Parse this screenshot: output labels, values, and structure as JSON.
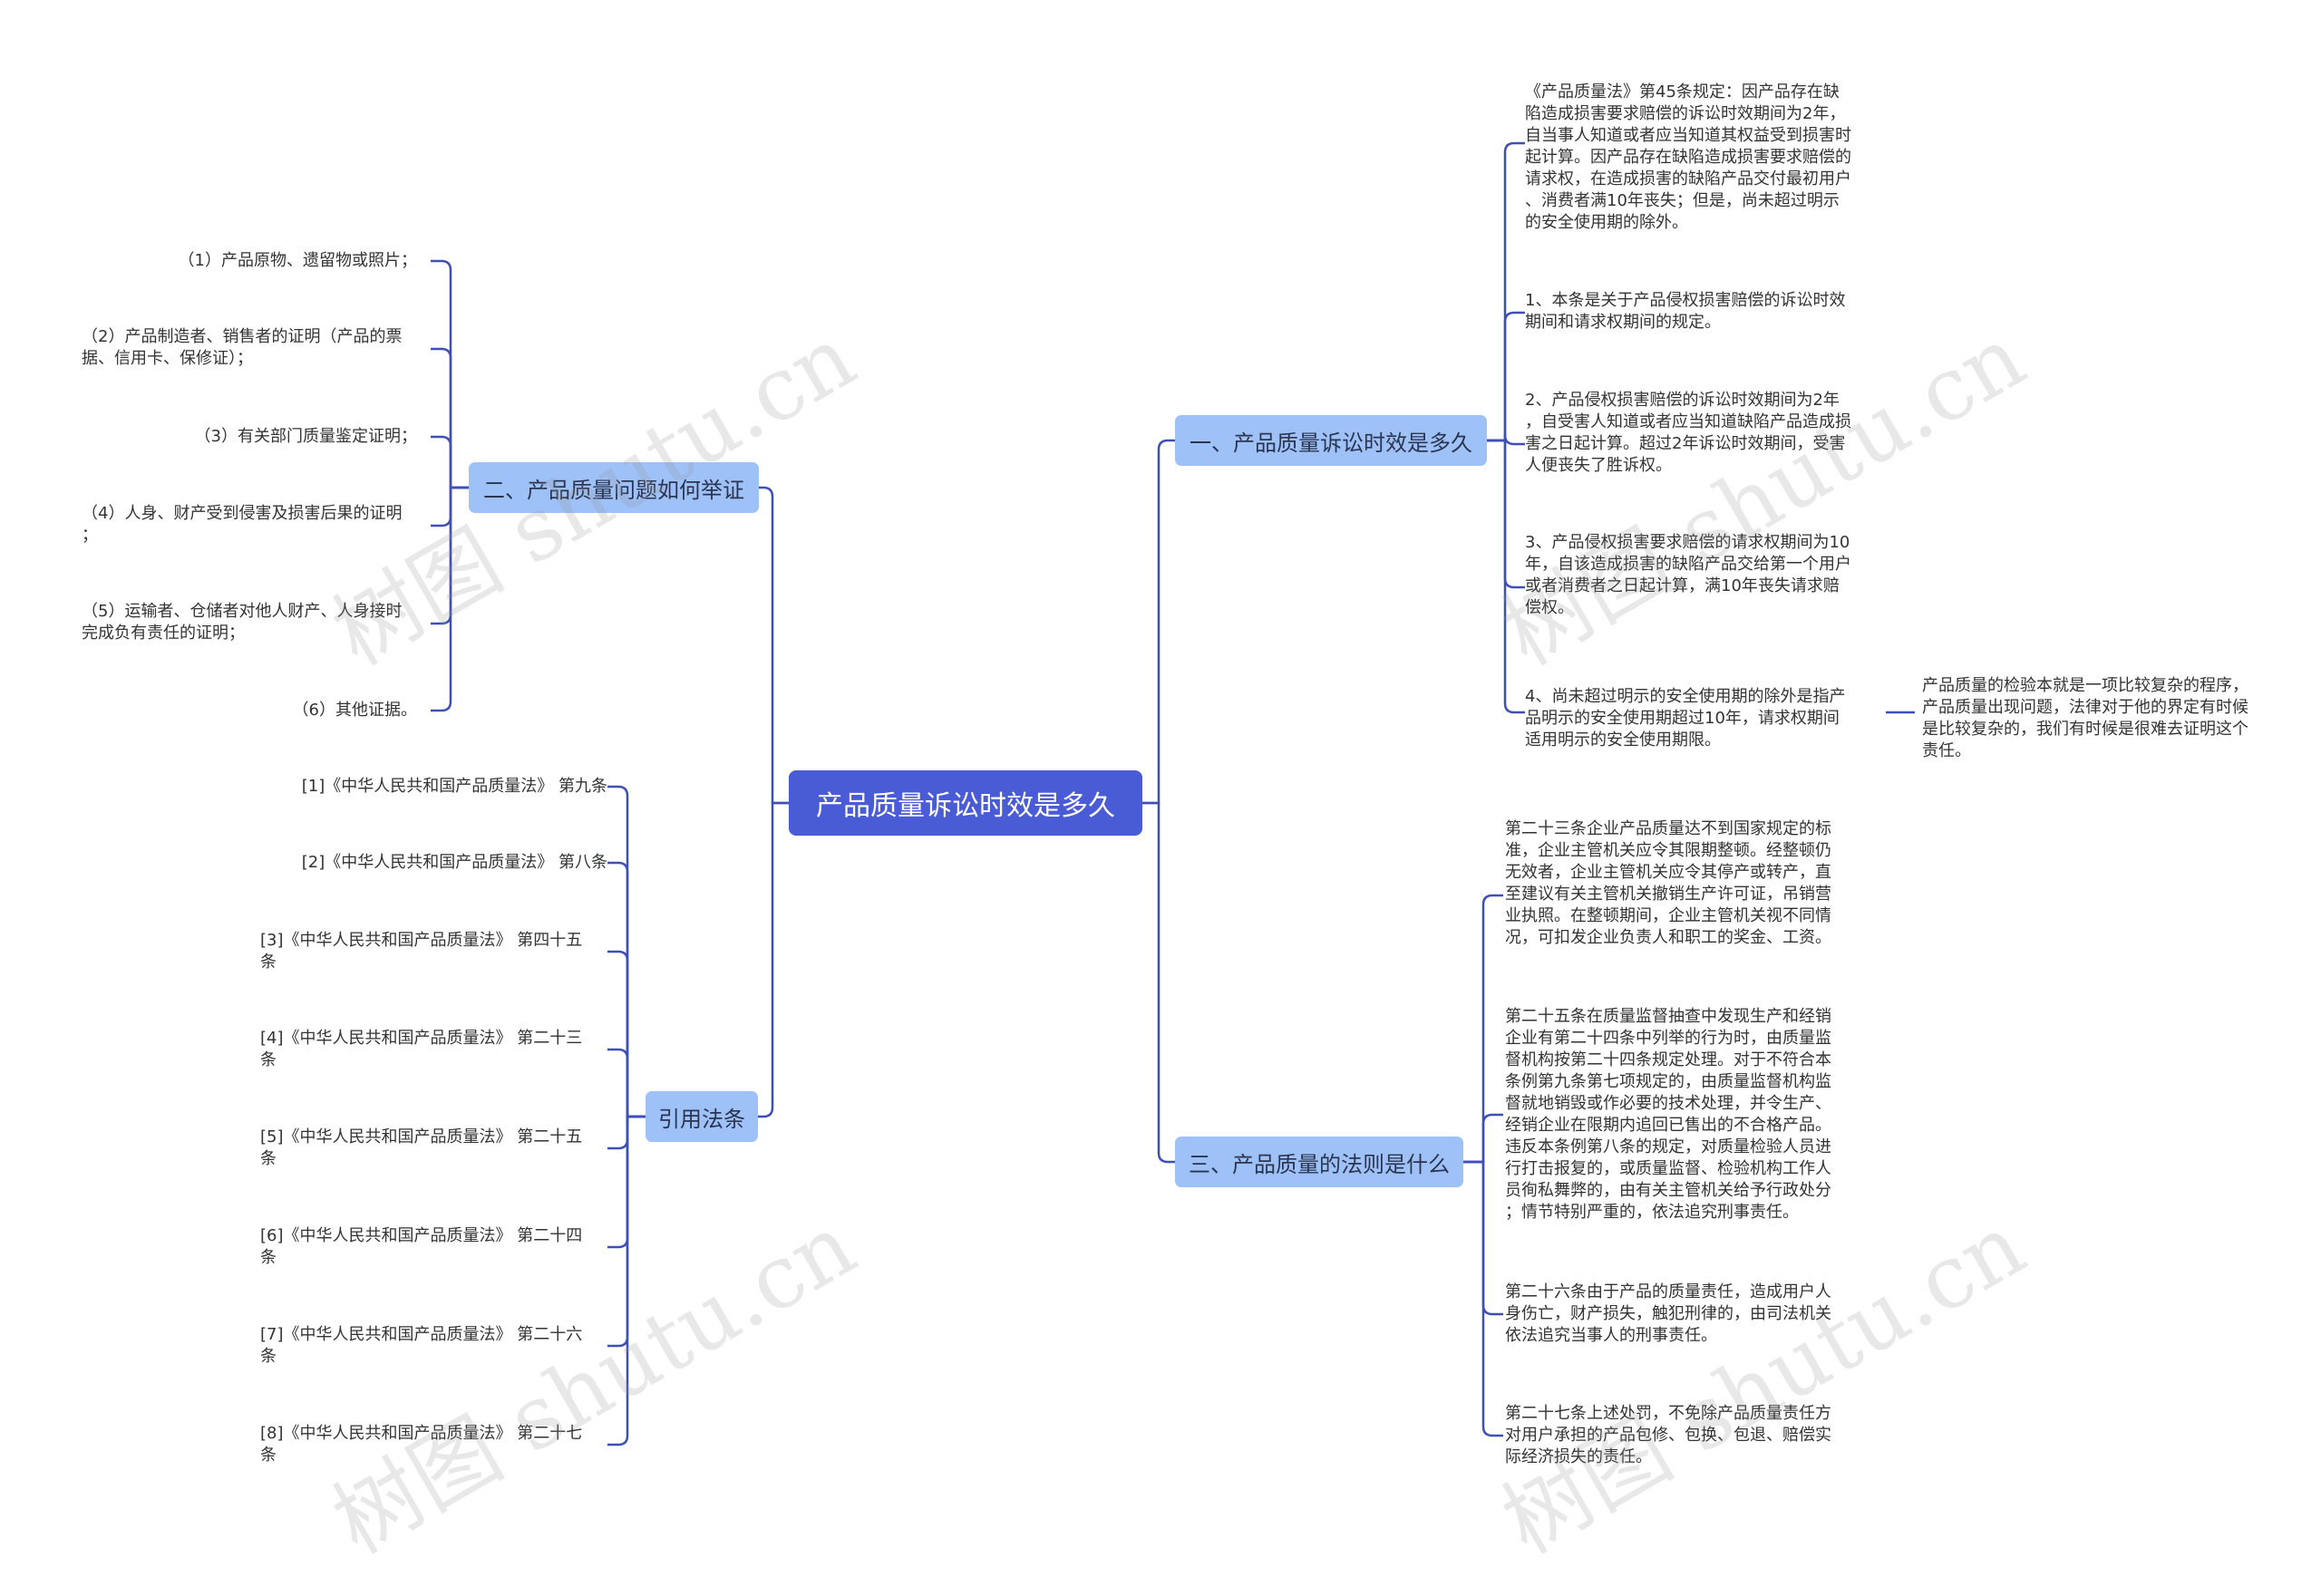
{
  "root": {
    "label": "产品质量诉讼时效是多久"
  },
  "branches": {
    "b1": {
      "label": "一、产品质量诉讼时效是多久",
      "children": [
        "《产品质量法》第45条规定：因产品存在缺\n陷造成损害要求赔偿的诉讼时效期间为2年，\n自当事人知道或者应当知道其权益受到损害时\n起计算。因产品存在缺陷造成损害要求赔偿的\n请求权，在造成损害的缺陷产品交付最初用户\n、消费者满10年丧失；但是，尚未超过明示\n的安全使用期的除外。",
        "1、本条是关于产品侵权损害赔偿的诉讼时效\n期间和请求权期间的规定。",
        "2、产品侵权损害赔偿的诉讼时效期间为2年\n，自受害人知道或者应当知道缺陷产品造成损\n害之日起计算。超过2年诉讼时效期间，受害\n人便丧失了胜诉权。",
        "3、产品侵权损害要求赔偿的请求权期间为10\n年，自该造成损害的缺陷产品交给第一个用户\n或者消费者之日起计算，满10年丧失请求赔\n偿权。",
        "4、尚未超过明示的安全使用期的除外是指产\n品明示的安全使用期超过10年，请求权期间\n适用明示的安全使用期限。"
      ],
      "sub_note": "产品质量的检验本就是一项比较复杂的程序，\n产品质量出现问题，法律对于他的界定有时候\n是比较复杂的，我们有时候是很难去证明这个\n责任。"
    },
    "b2": {
      "label": "二、产品质量问题如何举证",
      "children": [
        "（1）产品原物、遗留物或照片；",
        "（2）产品制造者、销售者的证明（产品的票\n据、信用卡、保修证）；",
        "（3）有关部门质量鉴定证明；",
        "（4）人身、财产受到侵害及损害后果的证明\n；",
        "（5）运输者、仓储者对他人财产、人身接时\n完成负有责任的证明；",
        "（6）其他证据。"
      ]
    },
    "b3": {
      "label": "三、产品质量的法则是什么",
      "children": [
        "第二十三条企业产品质量达不到国家规定的标\n准，企业主管机关应令其限期整顿。经整顿仍\n无效者，企业主管机关应令其停产或转产，直\n至建议有关主管机关撤销生产许可证，吊销营\n业执照。在整顿期间，企业主管机关视不同情\n况，可扣发企业负责人和职工的奖金、工资。",
        "第二十五条在质量监督抽查中发现生产和经销\n企业有第二十四条中列举的行为时，由质量监\n督机构按第二十四条规定处理。对于不符合本\n条例第九条第七项规定的，由质量监督机构监\n督就地销毁或作必要的技术处理，并令生产、\n经销企业在限期内追回已售出的不合格产品。\n违反本条例第八条的规定，对质量检验人员进\n行打击报复的，或质量监督、检验机构工作人\n员徇私舞弊的，由有关主管机关给予行政处分\n；情节特别严重的，依法追究刑事责任。",
        "第二十六条由于产品的质量责任，造成用户人\n身伤亡，财产损失，触犯刑律的，由司法机关\n依法追究当事人的刑事责任。",
        "第二十七条上述处罚，不免除产品质量责任方\n对用户承担的产品包修、包换、包退、赔偿实\n际经济损失的责任。"
      ]
    },
    "b4": {
      "label": "引用法条",
      "children": [
        "[1]《中华人民共和国产品质量法》 第九条",
        "[2]《中华人民共和国产品质量法》 第八条",
        "[3]《中华人民共和国产品质量法》 第四十五\n条",
        "[4]《中华人民共和国产品质量法》 第二十三\n条",
        "[5]《中华人民共和国产品质量法》 第二十五\n条",
        "[6]《中华人民共和国产品质量法》 第二十四\n条",
        "[7]《中华人民共和国产品质量法》 第二十六\n条",
        "[8]《中华人民共和国产品质量法》 第二十七\n条"
      ]
    }
  },
  "watermark": "树图 shutu.cn",
  "colors": {
    "root_bg": "#4a5bd6",
    "branch_bg": "#9ec1f8",
    "line": "#3f4fb8"
  }
}
